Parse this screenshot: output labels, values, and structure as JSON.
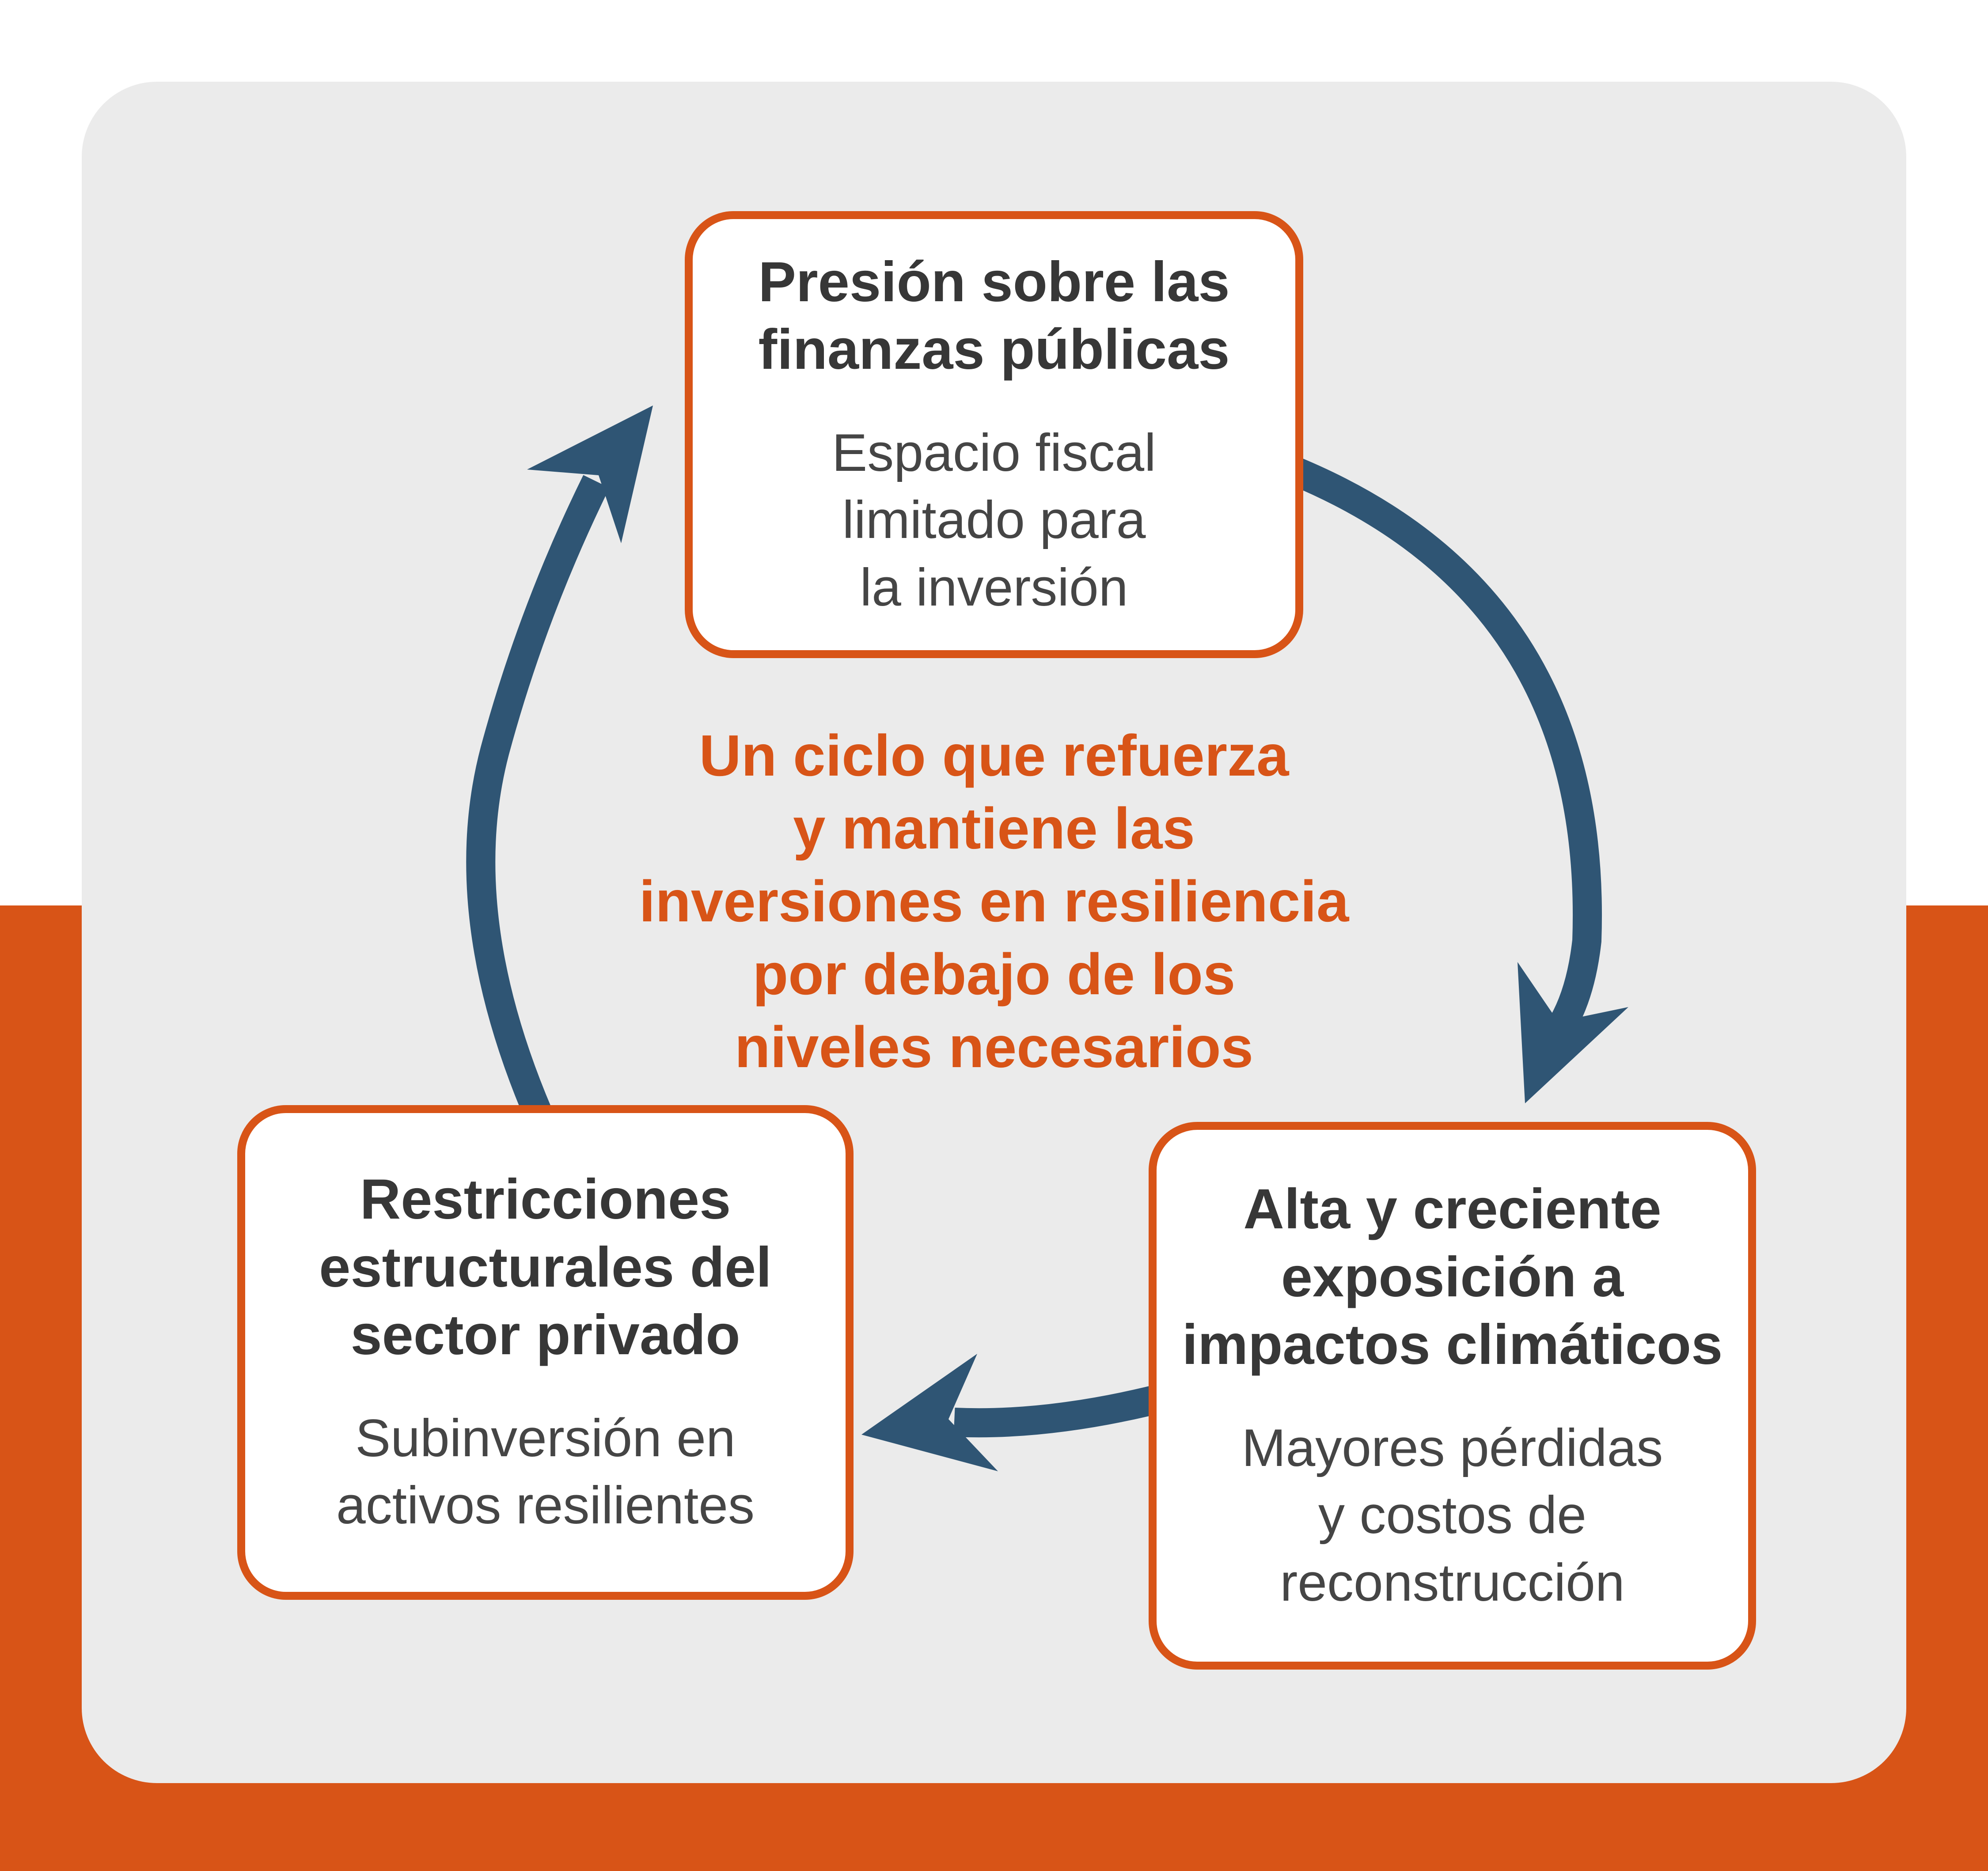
{
  "colors": {
    "accent_orange": "#D85417",
    "arrow_blue": "#2F5574",
    "card_gray": "#EBEBEB",
    "box_bg": "#FFFFFF",
    "title_text": "#373737",
    "body_text": "#454545",
    "page_bg": "#FFFFFF"
  },
  "cycle_label": {
    "lines": [
      "Un ciclo que refuerza",
      "y mantiene las",
      "inversiones en resiliencia",
      "por debajo de los",
      "niveles necesarios"
    ]
  },
  "boxes": {
    "top": {
      "title": [
        "Presión sobre las",
        "finanzas públicas"
      ],
      "subtitle": [
        "Espacio fiscal",
        "limitado para",
        "la inversión"
      ]
    },
    "right": {
      "title": [
        "Alta y creciente",
        "exposición a",
        "impactos climáticos"
      ],
      "subtitle": [
        "Mayores pérdidas",
        "y costos de",
        "reconstrucción"
      ]
    },
    "left": {
      "title": [
        "Restricciones",
        "estructurales del",
        "sector privado"
      ],
      "subtitle": [
        "Subinversión en",
        "activos resilientes"
      ]
    }
  }
}
